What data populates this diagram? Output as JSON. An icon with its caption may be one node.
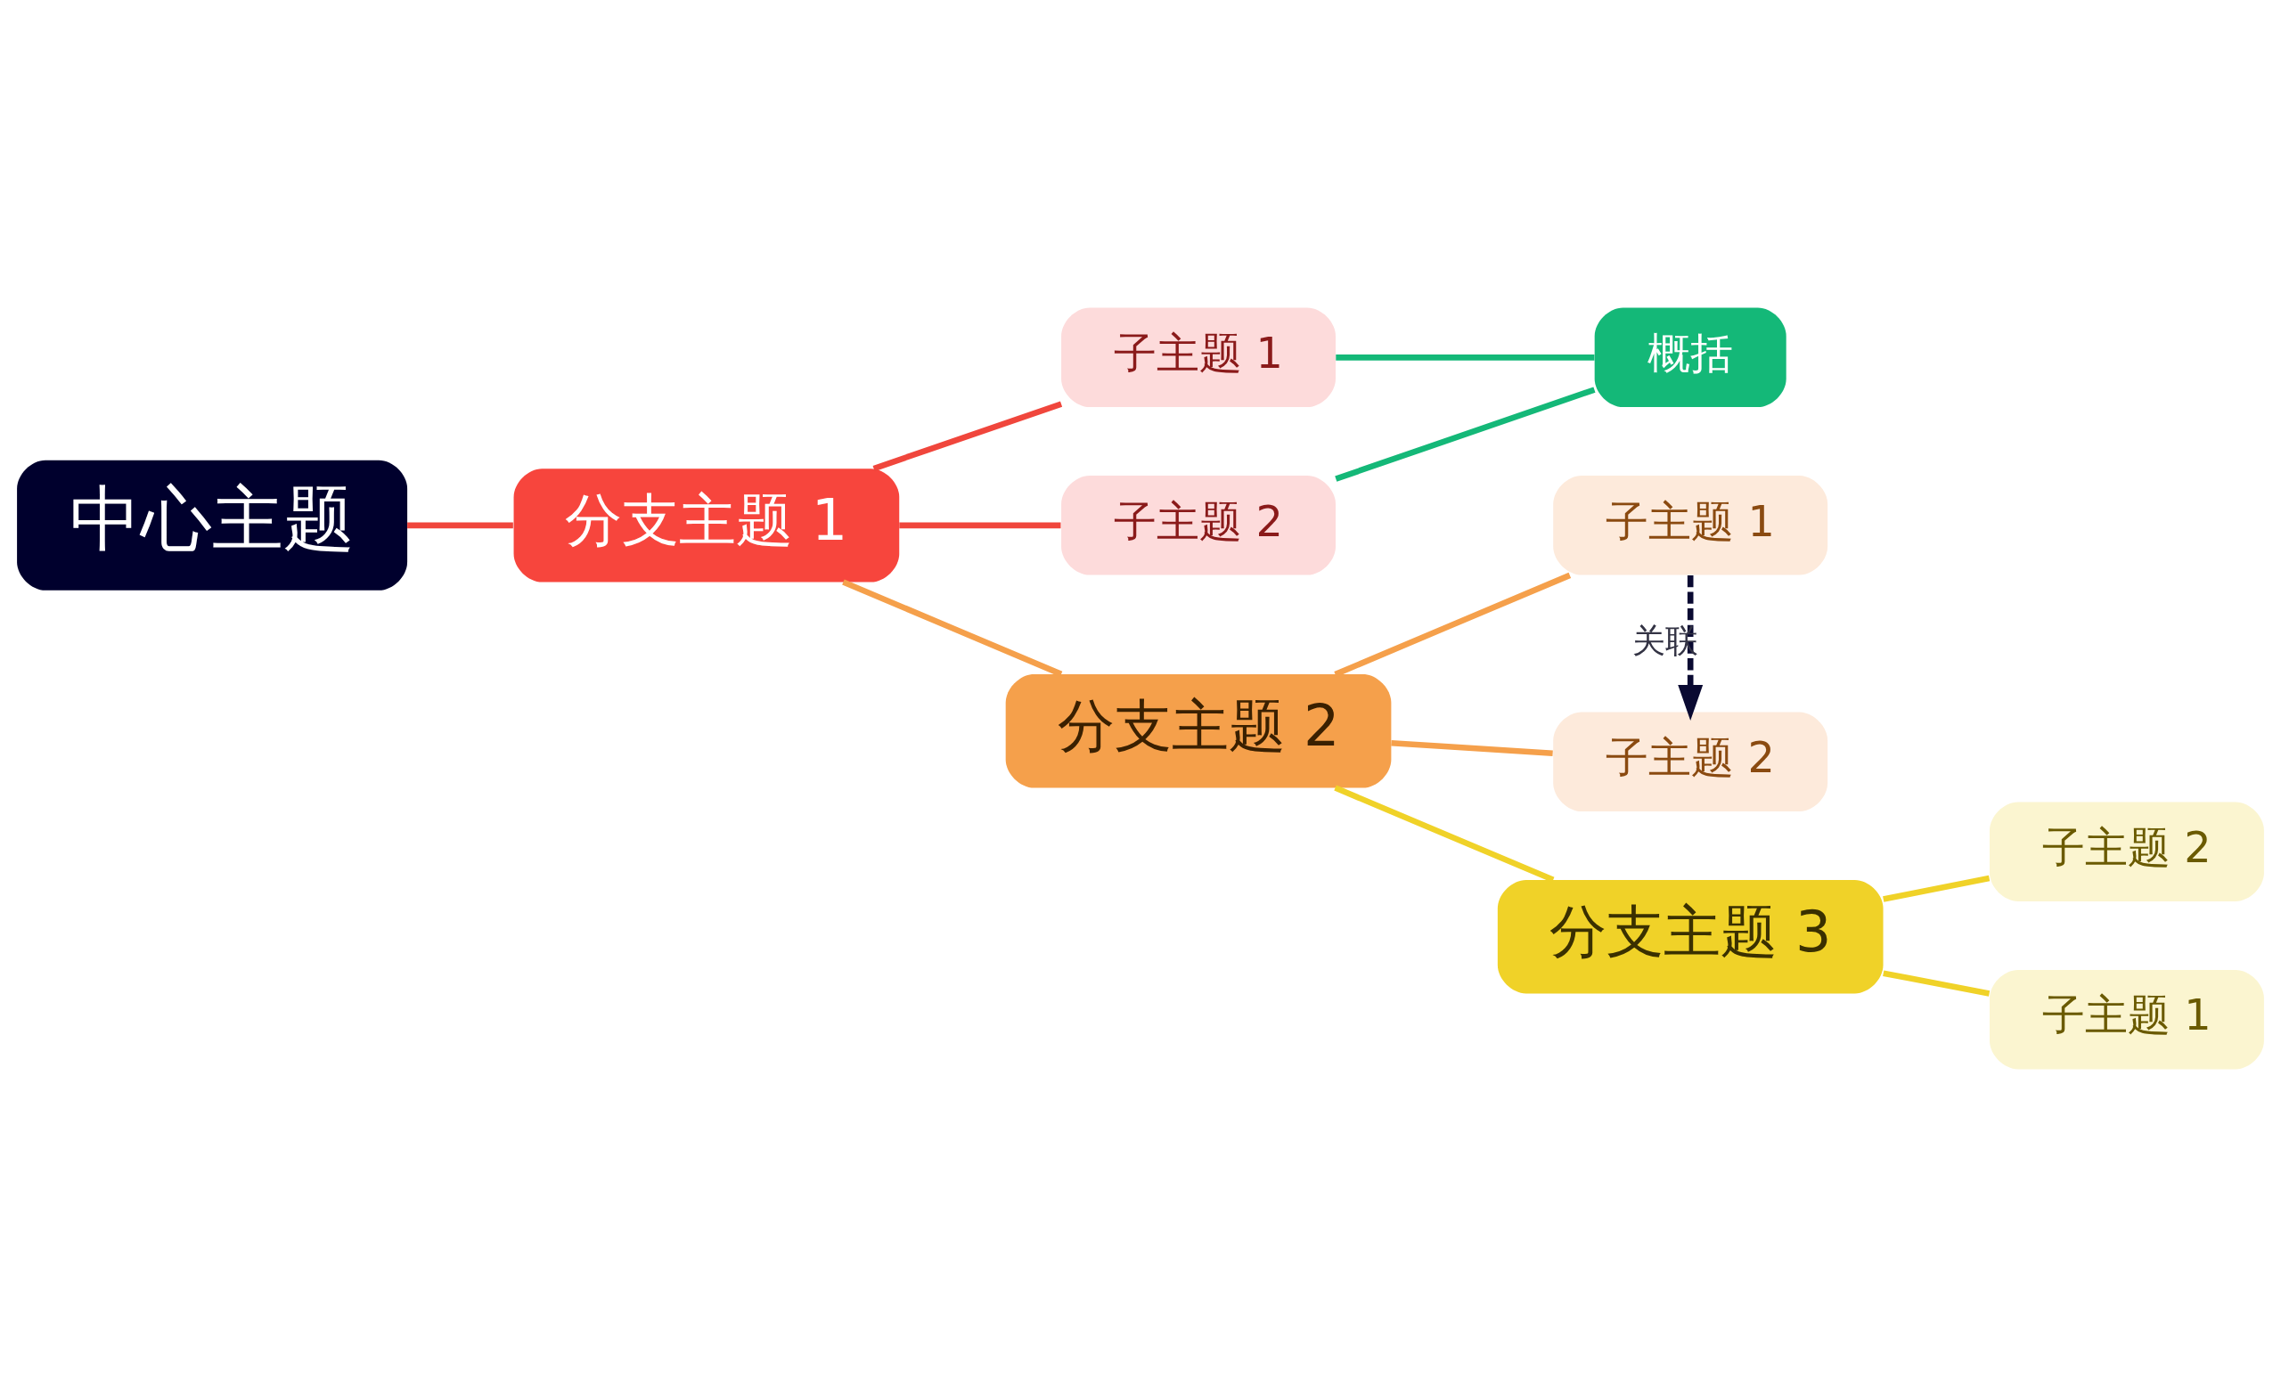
{
  "diagram": {
    "nodes": [
      {
        "text": [
          "中心主题"
        ]
      },
      {
        "text": [
          "分支主题 1"
        ]
      },
      {
        "text": [
          "子主题 1"
        ]
      },
      {
        "text": [
          "子主题 2"
        ]
      },
      {
        "text": [
          "概括"
        ]
      },
      {
        "text": [
          "分支主题 2"
        ]
      },
      {
        "text": [
          "子主题 1"
        ]
      },
      {
        "text": [
          "子主题 2"
        ]
      },
      {
        "text": [
          "分支主题 3"
        ]
      },
      {
        "text": [
          "子主题 2"
        ]
      },
      {
        "text": [
          "子主题 1"
        ]
      }
    ],
    "edges": [
      {
        "from": 0,
        "to": 1,
        "arrow": "none",
        "color": "#f0463c"
      },
      {
        "from": 1,
        "to": 2,
        "arrow": "none",
        "color": "#f0463c"
      },
      {
        "from": 1,
        "to": 3,
        "arrow": "none",
        "color": "#f0463c"
      },
      {
        "from": 2,
        "to": 4,
        "arrow": "none",
        "color": "#14b878"
      },
      {
        "from": 3,
        "to": 4,
        "arrow": "none",
        "color": "#14b878"
      },
      {
        "from": 1,
        "to": 5,
        "arrow": "none",
        "color": "#f5a04b"
      },
      {
        "from": 5,
        "to": 6,
        "arrow": "none",
        "color": "#f5a04b"
      },
      {
        "from": 5,
        "to": 7,
        "arrow": "none",
        "color": "#f5a04b"
      },
      {
        "from": 5,
        "to": 8,
        "arrow": "none",
        "color": "#f0d228"
      },
      {
        "from": 8,
        "to": 9,
        "arrow": "none",
        "color": "#f0d228"
      },
      {
        "from": 8,
        "to": 10,
        "arrow": "none",
        "color": "#f0d228"
      },
      {
        "from": 6,
        "to": 7,
        "arrow": "to",
        "label": "关联",
        "style": "dashed",
        "color": "#0a0a32"
      }
    ]
  }
}
